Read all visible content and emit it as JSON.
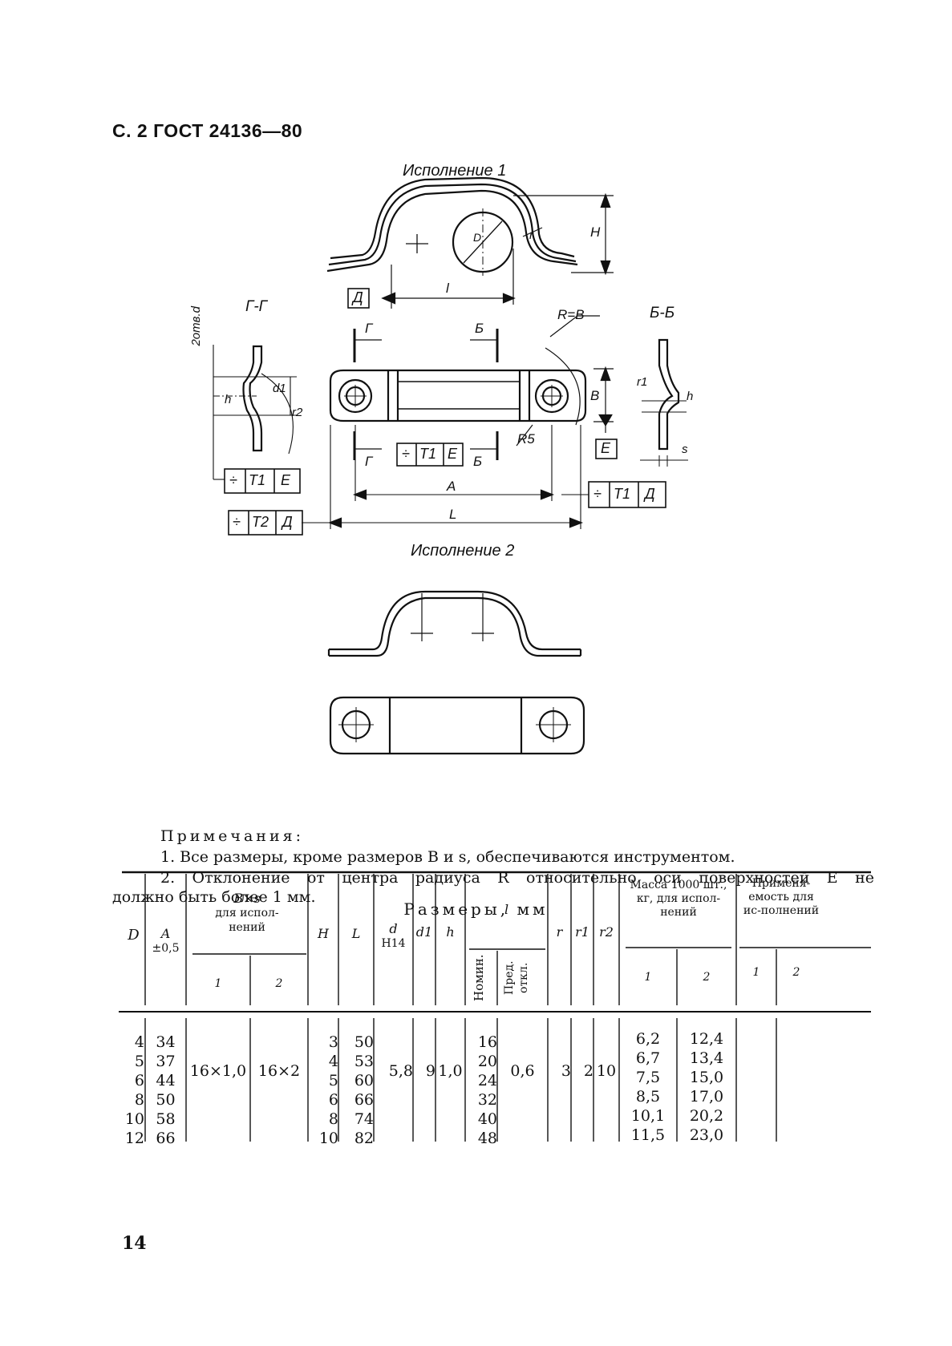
{
  "header": "С. 2 ГОСТ 24136—80",
  "captions": {
    "exec1": "Исполнение 1",
    "exec2": "Исполнение 2"
  },
  "drawing_labels": {
    "section_g": "Г-Г",
    "section_b": "Б-Б",
    "cut_g": "Г",
    "cut_b": "Б",
    "R_eq_B": "R=B",
    "R5": "R5",
    "B": "B",
    "H": "H",
    "L": "L",
    "A": "A",
    "l": "l",
    "D": "D",
    "r": "r",
    "r1": "r1",
    "r2": "r2",
    "d1": "d1",
    "h": "h",
    "s": "s",
    "hole_note": "2отв.d",
    "datum_D": "Д",
    "datum_E": "E",
    "tol1": [
      "÷",
      "T1",
      "E"
    ],
    "tol2": [
      "÷",
      "T1",
      "E"
    ],
    "tol3": [
      "÷",
      "T1",
      "Д"
    ],
    "tol4": [
      "÷",
      "T2",
      "Д"
    ]
  },
  "notes": {
    "title": "Примечания:",
    "n1": "1. Все размеры, кроме размеров B и s, обеспечиваются инструментом.",
    "n2a": "2. Отклонение от центра радиуса R относительно оси поверхностей E не",
    "n2b": "должно быть более 1 мм."
  },
  "table": {
    "caption": "Размеры, мм",
    "headers": {
      "D": "D",
      "A": "A",
      "A_tol": "±0,5",
      "Bs": "B×s",
      "Bs_sub": "для испол-нений",
      "Bs_1": "1",
      "Bs_2": "2",
      "H": "H",
      "L": "L",
      "d": "d",
      "d_tol": "H14",
      "d1": "d1",
      "h": "h",
      "l": "l",
      "l_nom": "Номин.",
      "l_dev": "Пред. откл.",
      "r": "r",
      "r1": "r1",
      "r2": "r2",
      "mass": "Масса 1000 шт., кг, для испол-нений",
      "mass_1": "1",
      "mass_2": "2",
      "appl": "Применя-емость для ис-полнений",
      "appl_1": "1",
      "appl_2": "2"
    },
    "col_D": [
      "4",
      "5",
      "6",
      "8",
      "10",
      "12"
    ],
    "col_A": [
      "34",
      "37",
      "44",
      "50",
      "58",
      "66"
    ],
    "Bs1": "16×1,0",
    "Bs2": "16×2",
    "col_H": [
      "3",
      "4",
      "5",
      "6",
      "8",
      "10"
    ],
    "col_L": [
      "50",
      "53",
      "60",
      "66",
      "74",
      "82"
    ],
    "d": "5,8",
    "d1": "9",
    "h": "1,0",
    "col_l": [
      "16",
      "20",
      "24",
      "32",
      "40",
      "48"
    ],
    "l_dev": "0,6",
    "r": "3",
    "r1": "2",
    "r2": "10",
    "col_m1": [
      "6,2",
      "6,7",
      "7,5",
      "8,5",
      "10,1",
      "11,5"
    ],
    "col_m2": [
      "12,4",
      "13,4",
      "15,0",
      "17,0",
      "20,2",
      "23,0"
    ]
  },
  "page_number": "14"
}
